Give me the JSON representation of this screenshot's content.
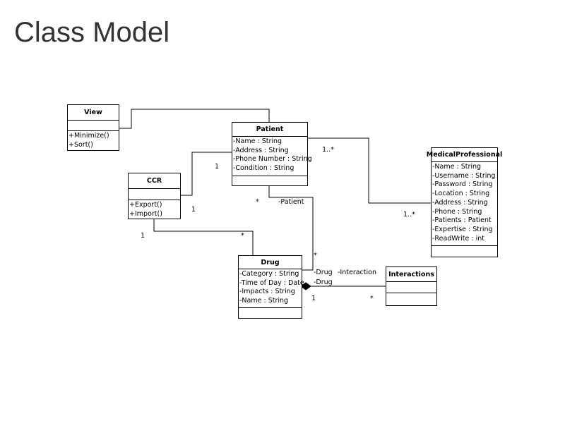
{
  "title": "Class Model",
  "classes": {
    "view": {
      "name": "View",
      "attributes": [],
      "operations": [
        "+Minimize()",
        "+Sort()"
      ]
    },
    "patient": {
      "name": "Patient",
      "attributes": [
        "-Name : String",
        "-Address : String",
        "-Phone Number : String",
        "-Condition : String"
      ],
      "operations": []
    },
    "ccr": {
      "name": "CCR",
      "attributes": [],
      "operations": [
        "+Export()",
        "+Import()"
      ]
    },
    "medical": {
      "name": "MedicalProfessional",
      "attributes": [
        "-Name : String",
        "-Username : String",
        "-Password : String",
        "-Location : String",
        "-Address : String",
        "-Phone : String",
        "-Patients : Patient",
        "-Expertise : String",
        "-ReadWrite : int"
      ],
      "operations": []
    },
    "drug": {
      "name": "Drug",
      "attributes": [
        "-Category : String",
        "-Time of Day : Date",
        "-Impacts : String",
        "-Name : String"
      ],
      "operations": []
    },
    "interactions": {
      "name": "Interactions",
      "attributes": [],
      "operations": []
    }
  },
  "labels": {
    "ccr_patient_mult": "1",
    "patient_medical_mult_patient": "1..*",
    "patient_medical_mult_medical": "1..*",
    "ccr_mult_right": "1",
    "ccr_drug_mult_ccr": "1",
    "ccr_drug_mult_drug": "*",
    "patient_role_mult": "*",
    "patient_role": "-Patient",
    "drug_role_mult": "*",
    "drug_role": "-Drug",
    "interaction_drug_role": "-Drug",
    "interaction_role": "-Interaction",
    "drug_interaction_mult_drug": "1",
    "drug_interaction_mult_interactions": "*"
  }
}
